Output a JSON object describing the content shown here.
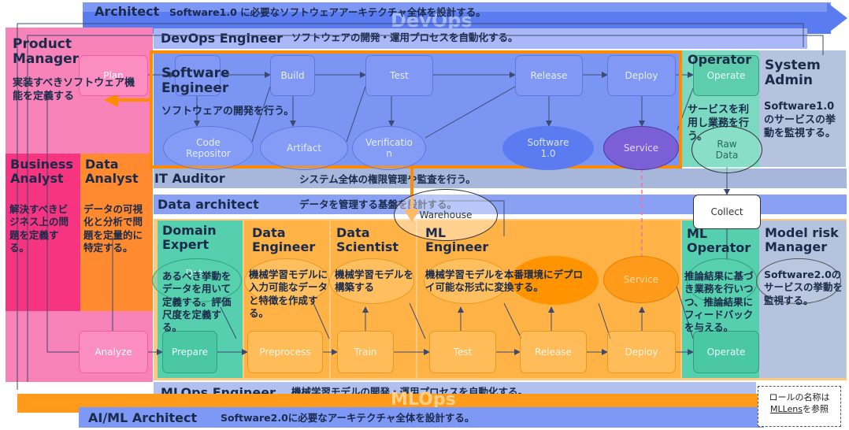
{
  "bands": {
    "architect": {
      "title": "Architect",
      "desc": "Software1.0 に必要なソフトウェアアーキテクチャ全体を設計する。"
    },
    "devops_watermark": "DevOps",
    "devops_engineer": {
      "title": "DevOps Engineer",
      "desc": "ソフトウェアの開発・運用プロセスを自動化する。"
    },
    "it_auditor": {
      "title": "IT Auditor",
      "desc": "システム全体の権限管理や監査を行う。"
    },
    "data_architect": {
      "title": "Data architect",
      "desc": "データを管理する基盤を設計する。"
    },
    "mlops_engineer": {
      "title": "MLOps Engineer",
      "desc": "機械学習モデルの開発・運用プロセスを自動化する。"
    },
    "mlops_watermark": "MLOps",
    "aiml_architect": {
      "title": "AI/ML Architect",
      "desc": "Software2.0に必要なアーキテクチャ全体を設計する。"
    }
  },
  "roles": {
    "product_manager": {
      "title": "Product Manager",
      "desc": "実装すべきソフトウェア機能を定義する"
    },
    "software_engineer": {
      "title": "Software Engineer",
      "desc": "ソフトウェアの開発を行う。"
    },
    "operator": {
      "title": "Operator",
      "desc": "サービスを利用し業務を行う。"
    },
    "system_admin": {
      "title": "System Admin",
      "desc": "Software1.0のサービスの挙動を監視する。"
    },
    "business_analyst": {
      "title": "Business Analyst",
      "desc": "解決すべきビジネス上の問題を定義する。"
    },
    "data_analyst": {
      "title": "Data Analyst",
      "desc": "データの可視化と分析で問題を定量的に特定する。"
    },
    "domain_expert": {
      "title": "Domain Expert",
      "desc": "あるべき挙動をデータを用いて定義する。評価尺度を定義する。"
    },
    "data_engineer": {
      "title": "Data Engineer",
      "desc": "機械学習モデルに入力可能なデータと特徴を作成する。"
    },
    "data_scientist": {
      "title": "Data Scientist",
      "desc": "機械学習モデルを構築する"
    },
    "ml_engineer": {
      "title": "ML Engineer",
      "desc": "機械学習モデルを本番環境にデプロイ可能な形式に変換する。"
    },
    "ml_operator": {
      "title": "ML Operator",
      "desc": "推論結果に基づき業務を行いつつ、推論結果にフィードバックを与える。"
    },
    "model_risk_manager": {
      "title": "Model risk Manager",
      "desc": "Software2.0のサービスの挙動を監視する。"
    }
  },
  "nodes": {
    "plan": "Plan",
    "build": "Build",
    "test1": "Test",
    "release1": "Release",
    "deploy1": "Deploy",
    "operate1": "Operate",
    "code_repositor": "Code Repositor",
    "artifact": "Artifact",
    "verification": "Verificatio n",
    "software10": "Software 1.0",
    "service1": "Service",
    "raw_data": "Raw Data",
    "collect": "Collect",
    "warehouse": "Warehouse",
    "data": "Data",
    "analyze": "Analyze",
    "prepare": "Prepare",
    "preprocess": "Preprocess",
    "train": "Train",
    "test2": "Test",
    "release2": "Release",
    "deploy2": "Deploy",
    "service2": "Service",
    "operate2": "Operate"
  },
  "note": {
    "line1": "ロールの名称は",
    "line2": "MLLens",
    "line3": "を参照"
  },
  "colors": {
    "devops_blue": "#5b7cf0",
    "mlops_orange": "#ff9a1a",
    "pink": "#f7347f",
    "teal": "#30c9a0",
    "highlight_orange": "#ff8c00"
  }
}
